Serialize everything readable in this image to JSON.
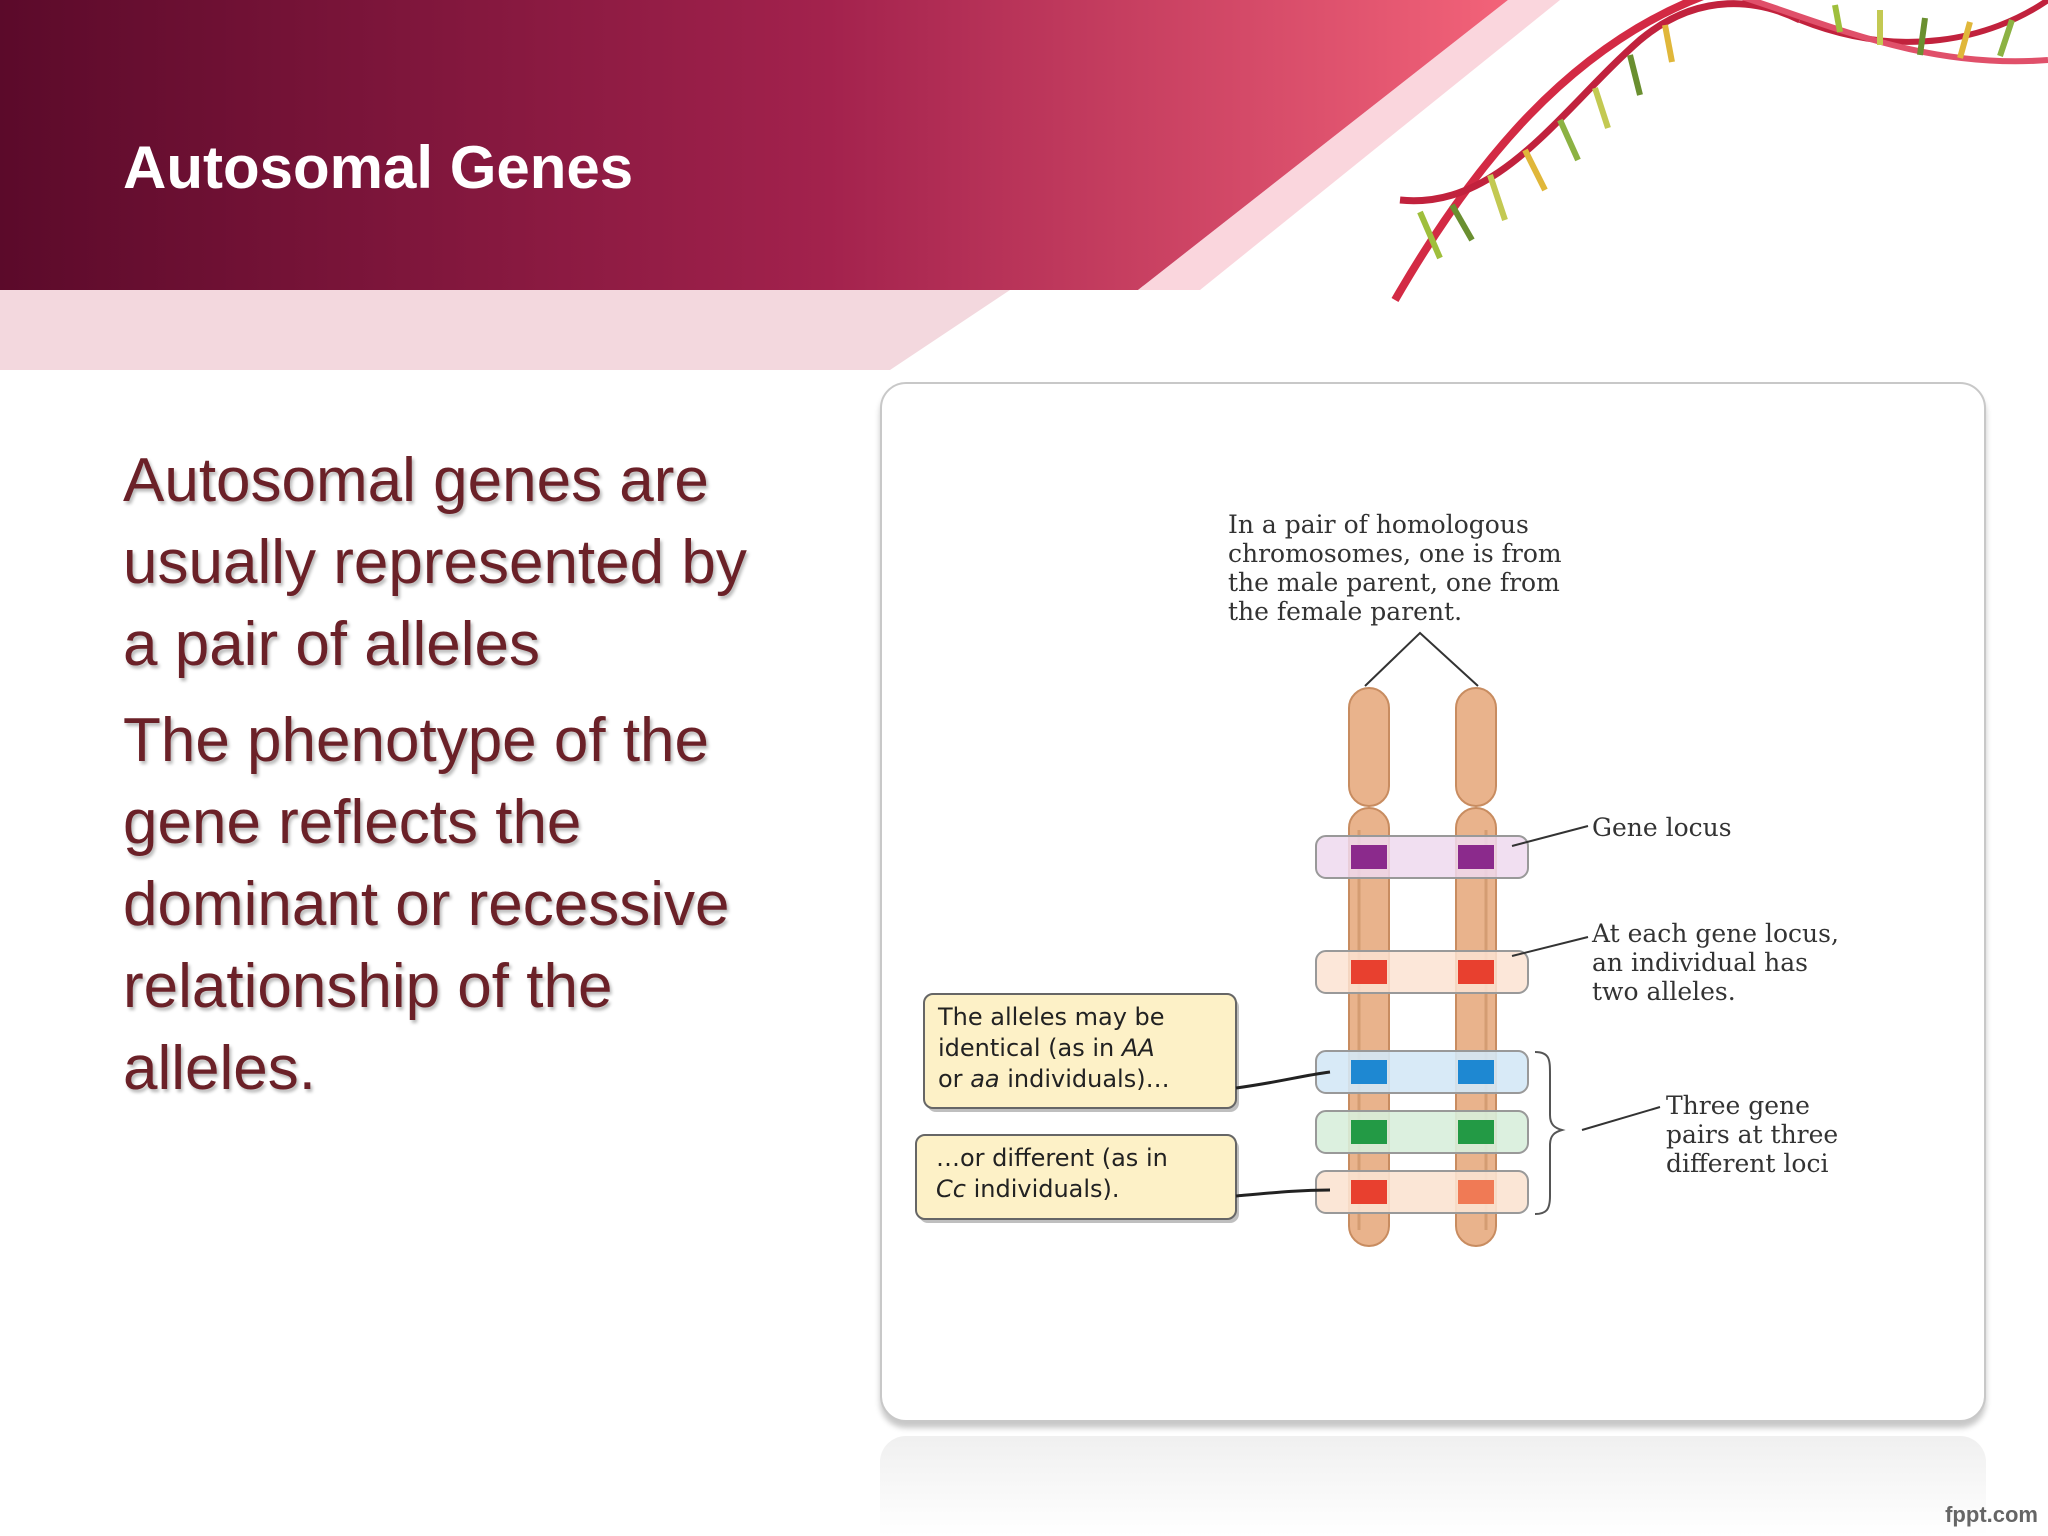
{
  "slide": {
    "title": "Autosomal Genes",
    "bullets": [
      "Autosomal genes are usually represented by a pair of alleles",
      "The phenotype of the gene reflects the dominant or recessive relationship of the alleles."
    ],
    "footer": "fppt.com"
  },
  "figure": {
    "caption_top": [
      "In a pair of homologous",
      "chromosomes, one is from",
      "the male parent, one from",
      "the female parent."
    ],
    "gene_locus": "Gene locus",
    "allele_note": [
      "At each gene locus,",
      "an individual has",
      "two alleles."
    ],
    "three_pairs": [
      "Three gene",
      "pairs at three",
      "different loci"
    ],
    "box_identical": {
      "line1": "The alleles may be",
      "line2_prefix": "identical (as in ",
      "line2_italic": "AA",
      "line3_prefix": "or ",
      "line3_italic": "aa",
      "line3_suffix": " individuals)…"
    },
    "box_different": {
      "line1": "…or different (as in",
      "line2_italic": "Cc",
      "line2_suffix": " individuals)."
    }
  },
  "colors": {
    "banner_dark": "#5e0a2c",
    "banner_light": "#f0617a",
    "text": "#6b2128",
    "chromosome": "#e9b38c",
    "locus_purple": "#8b2a8c",
    "locus_red": "#e8402f",
    "locus_blue": "#1e88d2",
    "locus_green": "#239a45",
    "locus_salmon": "#f07a55"
  }
}
